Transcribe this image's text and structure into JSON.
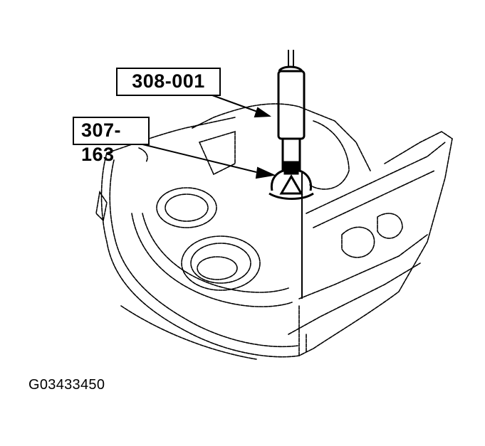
{
  "diagram": {
    "type": "technical-service-illustration",
    "subject": "transaxle case with special tools installed",
    "callouts": [
      {
        "id": "tool-1",
        "label": "308-001"
      },
      {
        "id": "tool-2",
        "label": "307-163"
      }
    ],
    "figure_id": "G03433450",
    "colors": {
      "ink": "#000000",
      "background": "#ffffff"
    }
  }
}
